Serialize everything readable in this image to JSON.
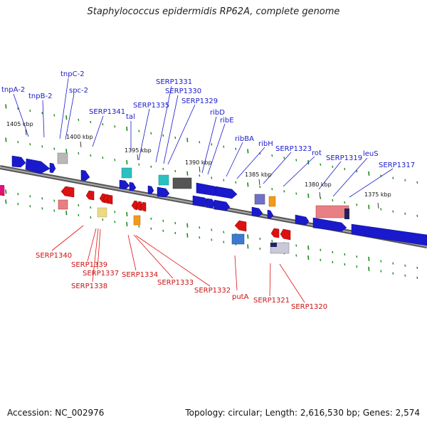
{
  "title": "Staphylococcus epidermidis RP62A, complete genome",
  "footer": {
    "accession": "Accession: NC_002976",
    "summary": "Topology: circular; Length: 2,616,530 bp; Genes: 2,574"
  },
  "colors": {
    "forward": "#1a1acc",
    "reverse": "#dd1111",
    "backbone": "#777777",
    "tick": "#1a8a1a"
  },
  "ruler": [
    "1405 kbp",
    "1400 kbp",
    "1395 kbp",
    "1390 kbp",
    "1385 kbp",
    "1380 kbp",
    "1375 kbp"
  ],
  "forward_labels": [
    "tnpA-2",
    "tnpB-2",
    "tnpC-2",
    "spc-2",
    "SERP1341",
    "tal",
    "SERP1335",
    "SERP1331",
    "SERP1330",
    "SERP1329",
    "ribD",
    "ribE",
    "ribBA",
    "ribH",
    "SERP1323",
    "rot",
    "SERP1319",
    "leuS",
    "SERP1317"
  ],
  "reverse_labels": [
    "SERP1340",
    "SERP1339",
    "SERP1337",
    "SERP1338",
    "SERP1334",
    "SERP1333",
    "SERP1332",
    "putA",
    "SERP1321",
    "SERP1320"
  ]
}
